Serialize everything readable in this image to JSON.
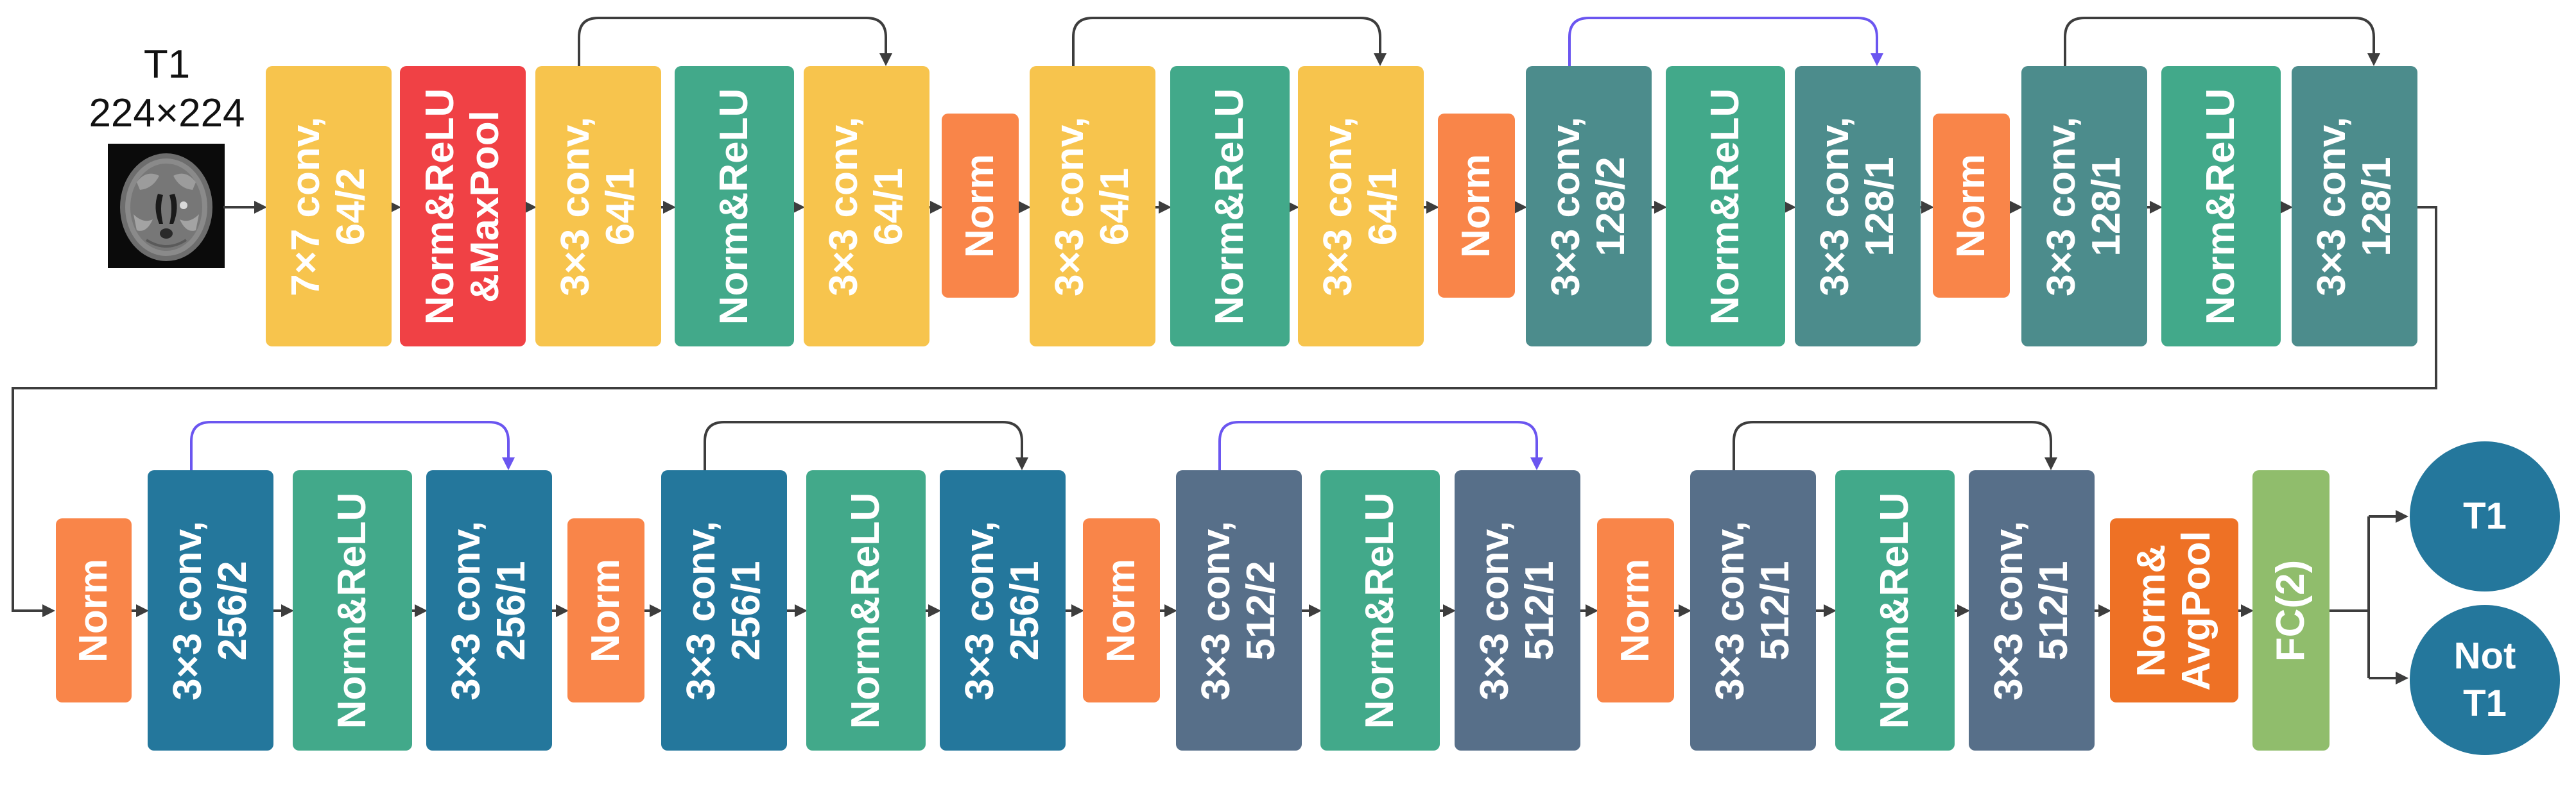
{
  "input": {
    "label": "T1",
    "size": "224×224",
    "icon": "brain-mri-scan-thumbnail"
  },
  "colors": {
    "yellow": "#f7c44d",
    "red": "#f04145",
    "green": "#42a98a",
    "orange": "#f98549",
    "teal": "#4c8c8c",
    "blue": "#24779c",
    "slate": "#576f89",
    "dark_orange": "#ee7125",
    "light_green": "#90bd6c",
    "edge": "#3d3d3d",
    "skip_highlight": "#6b56f0"
  },
  "row1": [
    {
      "label": "7×7 conv,\n64/2",
      "color": "yellow"
    },
    {
      "label": "Norm&ReLU\n&MaxPool",
      "color": "red"
    },
    {
      "label": "3×3 conv,\n64/1",
      "color": "yellow"
    },
    {
      "label": "Norm&ReLU",
      "color": "green"
    },
    {
      "label": "3×3 conv,\n64/1",
      "color": "yellow"
    },
    {
      "label": "Norm",
      "color": "orange"
    },
    {
      "label": "3×3 conv,\n64/1",
      "color": "yellow"
    },
    {
      "label": "Norm&ReLU",
      "color": "green"
    },
    {
      "label": "3×3 conv,\n64/1",
      "color": "yellow"
    },
    {
      "label": "Norm",
      "color": "orange"
    },
    {
      "label": "3×3 conv,\n128/2",
      "color": "teal"
    },
    {
      "label": "Norm&ReLU",
      "color": "green"
    },
    {
      "label": "3×3 conv,\n128/1",
      "color": "teal"
    },
    {
      "label": "Norm",
      "color": "orange"
    },
    {
      "label": "3×3 conv,\n128/1",
      "color": "teal"
    },
    {
      "label": "Norm&ReLU",
      "color": "green"
    },
    {
      "label": "3×3 conv,\n128/1",
      "color": "teal"
    }
  ],
  "row2": [
    {
      "label": "Norm",
      "color": "orange"
    },
    {
      "label": "3×3 conv,\n256/2",
      "color": "blue"
    },
    {
      "label": "Norm&ReLU",
      "color": "green"
    },
    {
      "label": "3×3 conv,\n256/1",
      "color": "blue"
    },
    {
      "label": "Norm",
      "color": "orange"
    },
    {
      "label": "3×3 conv,\n256/1",
      "color": "blue"
    },
    {
      "label": "Norm&ReLU",
      "color": "green"
    },
    {
      "label": "3×3 conv,\n256/1",
      "color": "blue"
    },
    {
      "label": "Norm",
      "color": "orange"
    },
    {
      "label": "3×3 conv,\n512/2",
      "color": "slate"
    },
    {
      "label": "Norm&ReLU",
      "color": "green"
    },
    {
      "label": "3×3 conv,\n512/1",
      "color": "slate"
    },
    {
      "label": "Norm",
      "color": "orange"
    },
    {
      "label": "3×3 conv,\n512/1",
      "color": "slate"
    },
    {
      "label": "Norm&ReLU",
      "color": "green"
    },
    {
      "label": "3×3 conv,\n512/1",
      "color": "slate"
    },
    {
      "label": "Norm&\nAvgPool",
      "color": "dark_orange"
    },
    {
      "label": "FC(2)",
      "color": "light_green"
    }
  ],
  "skip_connections": [
    {
      "row": 1,
      "from_block": 3,
      "to_block": 5,
      "style": "identity"
    },
    {
      "row": 1,
      "from_block": 7,
      "to_block": 9,
      "style": "identity"
    },
    {
      "row": 1,
      "from_block": 11,
      "to_block": 13,
      "style": "downsample"
    },
    {
      "row": 1,
      "from_block": 15,
      "to_block": 17,
      "style": "identity"
    },
    {
      "row": 2,
      "from_block": 2,
      "to_block": 4,
      "style": "downsample"
    },
    {
      "row": 2,
      "from_block": 6,
      "to_block": 8,
      "style": "identity"
    },
    {
      "row": 2,
      "from_block": 10,
      "to_block": 12,
      "style": "downsample"
    },
    {
      "row": 2,
      "from_block": 14,
      "to_block": 16,
      "style": "identity"
    }
  ],
  "outputs": [
    {
      "label": "T1"
    },
    {
      "label": "Not\nT1"
    }
  ]
}
